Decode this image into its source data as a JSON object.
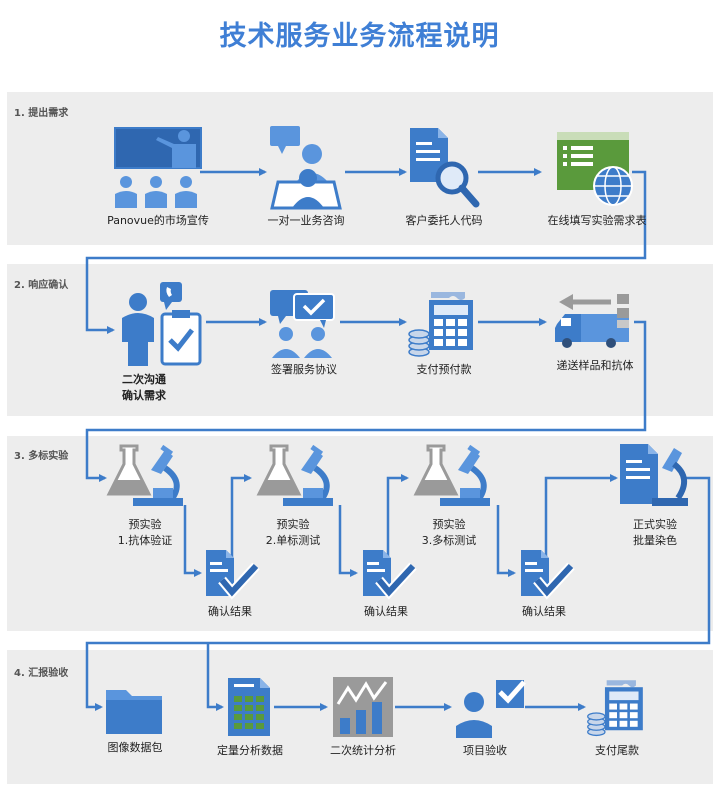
{
  "title": "技术服务业务流程说明",
  "colors": {
    "blue": "#3d7cc9",
    "light_blue": "#5a95dd",
    "band": "#ededed",
    "green": "#5a9a3c",
    "gray": "#9a9a9a",
    "line": "#3d7cc9"
  },
  "sections": [
    {
      "label": "1. 提出需求"
    },
    {
      "label": "2. 响应确认"
    },
    {
      "label": "3. 多标实验"
    },
    {
      "label": "4. 汇报验收"
    }
  ],
  "steps": {
    "s1": {
      "marketing": "Panovue的市场宣传",
      "consult": "一对一业务咨询",
      "agent_code": "客户委托人代码",
      "online_form": "在线填写实验需求表"
    },
    "s2": {
      "communicate_l1": "二次沟通",
      "communicate_l2": "确认需求",
      "sign": "签署服务协议",
      "prepay": "支付预付款",
      "ship": "递送样品和抗体"
    },
    "s3": {
      "pre1_l1": "预实验",
      "pre1_l2": "1.抗体验证",
      "pre2_l1": "预实验",
      "pre2_l2": "2.单标测试",
      "pre3_l1": "预实验",
      "pre3_l2": "3.多标测试",
      "formal_l1": "正式实验",
      "formal_l2": "批量染色",
      "confirm1": "确认结果",
      "confirm2": "确认结果",
      "confirm3": "确认结果"
    },
    "s4": {
      "image_pack": "图像数据包",
      "quant": "定量分析数据",
      "stats": "二次统计分析",
      "accept": "项目验收",
      "final_pay": "支付尾款"
    }
  }
}
